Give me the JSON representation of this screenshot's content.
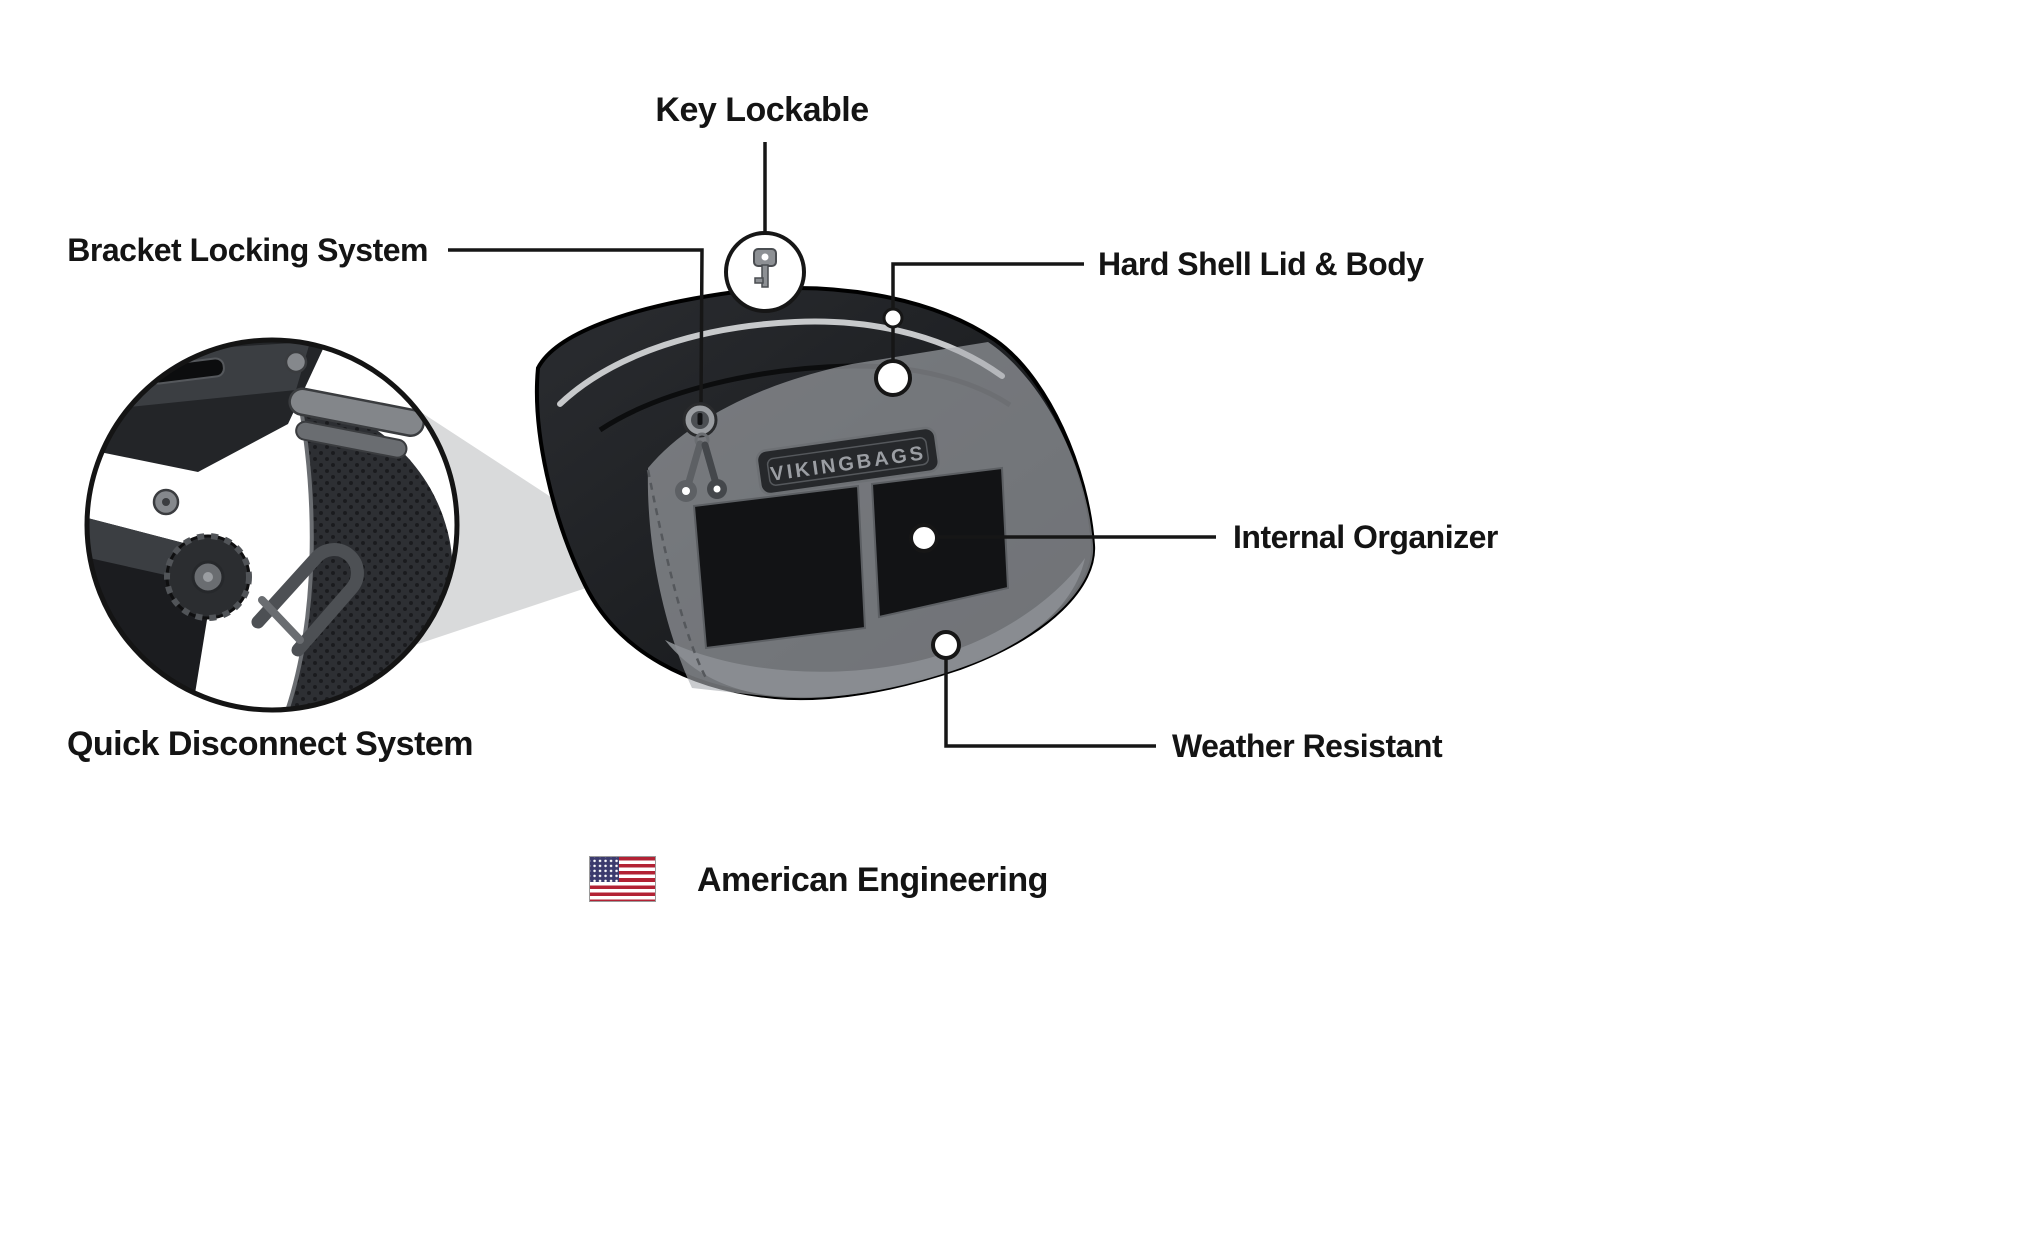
{
  "callouts": {
    "key_lockable": {
      "label": "Key Lockable"
    },
    "bracket_locking_system": {
      "label": "Bracket Locking System"
    },
    "hard_shell_lid_body": {
      "label": "Hard Shell Lid & Body"
    },
    "internal_organizer": {
      "label": "Internal Organizer"
    },
    "weather_resistant": {
      "label": "Weather Resistant"
    },
    "quick_disconnect_system": {
      "label": "Quick Disconnect System"
    }
  },
  "brand_plate": {
    "text": "VIKINGBAGS"
  },
  "footer": {
    "label": "American Engineering",
    "flag": "us-flag-icon"
  },
  "colors": {
    "leader_line": "#161616",
    "bag_body": "#1e2023",
    "cutaway_overlay": "#aaadb1",
    "magnifier_wedge": "#d9dadb",
    "flag_red": "#b22234",
    "flag_blue": "#3c3b6e"
  }
}
